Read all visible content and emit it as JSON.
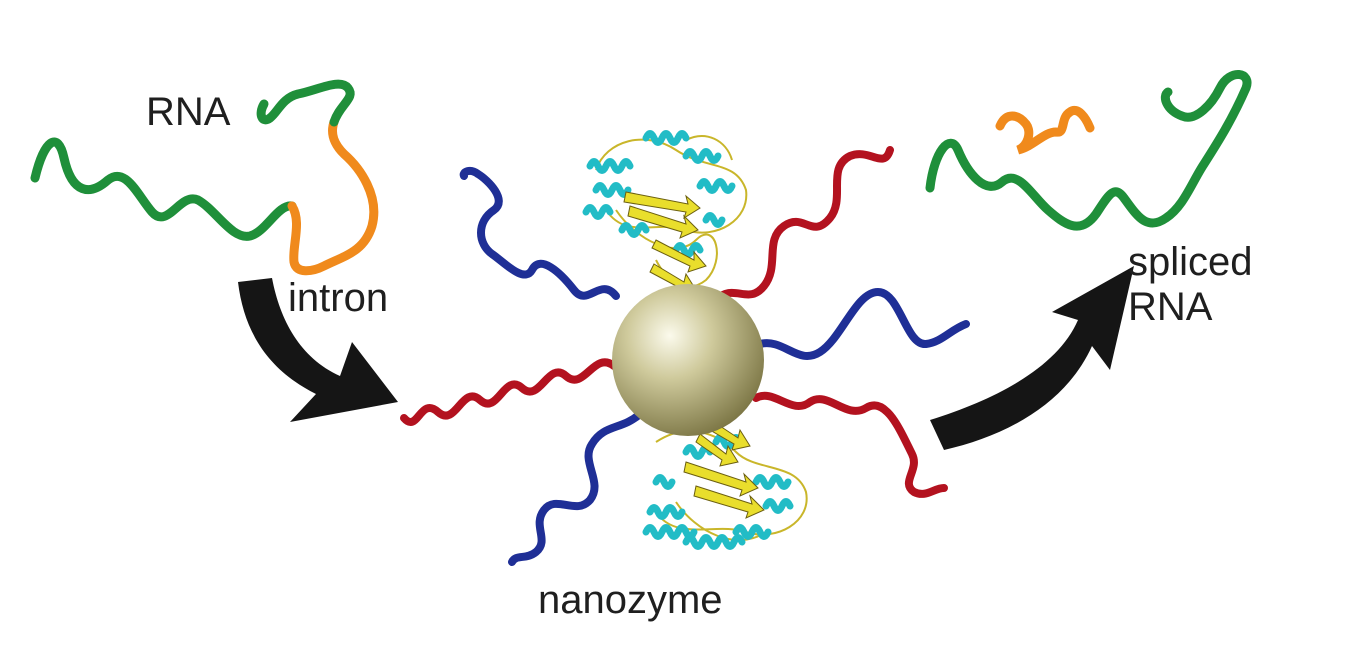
{
  "labels": {
    "rna": "RNA",
    "intron": "intron",
    "nanozyme": "nanozyme",
    "spliced_rna": "spliced\nRNA"
  },
  "colors": {
    "exon": "#1f8f3a",
    "intron": "#f08a1c",
    "strand_red": "#b3121f",
    "strand_blue": "#1f2f96",
    "arrow": "#151515",
    "particle": "#a8a271",
    "helix": "#22bcc6",
    "sheet": "#e9de2c",
    "coil": "#c9b62a"
  },
  "icons": {
    "left_arrow": "curved-arrow",
    "right_arrow": "curved-arrow",
    "particle": "gold-nanoparticle-sphere",
    "protein": "protein-ribbon"
  }
}
